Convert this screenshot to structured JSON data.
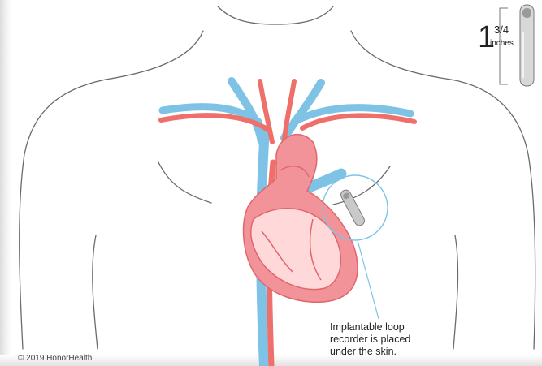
{
  "callout": {
    "lines": [
      "Implantable loop",
      "recorder is placed",
      "under the skin."
    ]
  },
  "copyright": "© 2019 HonorHealth",
  "device_size": {
    "whole": "1",
    "fraction": "3/4",
    "unit": "inches"
  },
  "colors": {
    "outline": "#6b6b6b",
    "vein": "#7ec3e6",
    "artery": "#ef6f6b",
    "heart": "#f2939a",
    "heart_dark": "#e0666c",
    "heart_inner": "#ffd9d9",
    "device": "#c9c9c9"
  }
}
